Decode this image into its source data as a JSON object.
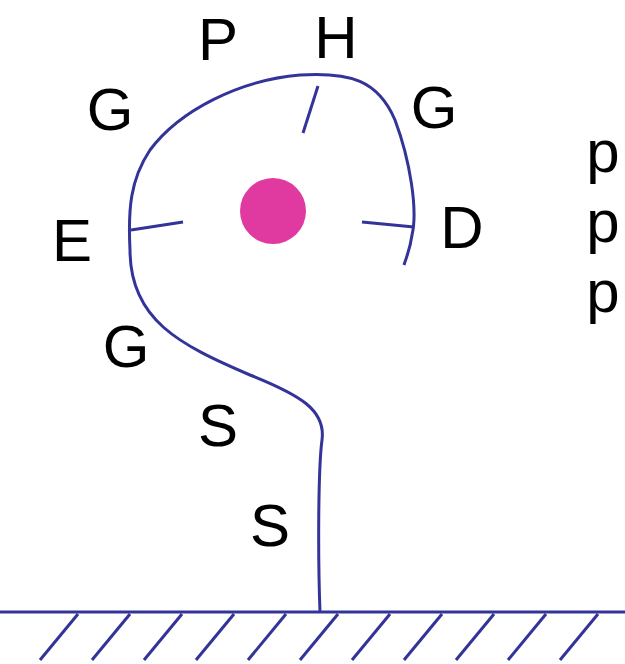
{
  "diagram": {
    "labels": [
      "P",
      "H",
      "G",
      "G",
      "p",
      "E",
      "D",
      "p",
      "p",
      "G",
      "S",
      "S"
    ]
  }
}
